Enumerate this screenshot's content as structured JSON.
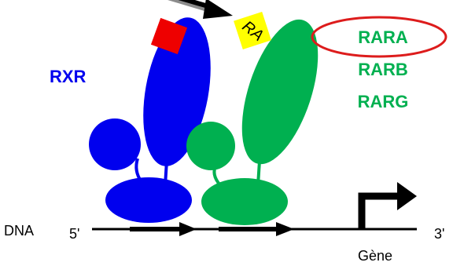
{
  "labels": {
    "rxr": "RXR",
    "ra": "RA",
    "rar_isoforms": [
      "RARA",
      "RARB",
      "RARG"
    ],
    "dna": "DNA",
    "five_prime": "5'",
    "three_prime": "3'",
    "gene": "Gène"
  },
  "colors": {
    "rxr": "#0000ee",
    "rar": "#00b050",
    "ligand_square": "#ee0000",
    "ra_box": "#ffff00",
    "highlight_ellipse": "#dd1c1c",
    "arrow": "#000000",
    "arrow_shadow": "#8c8c8c"
  }
}
